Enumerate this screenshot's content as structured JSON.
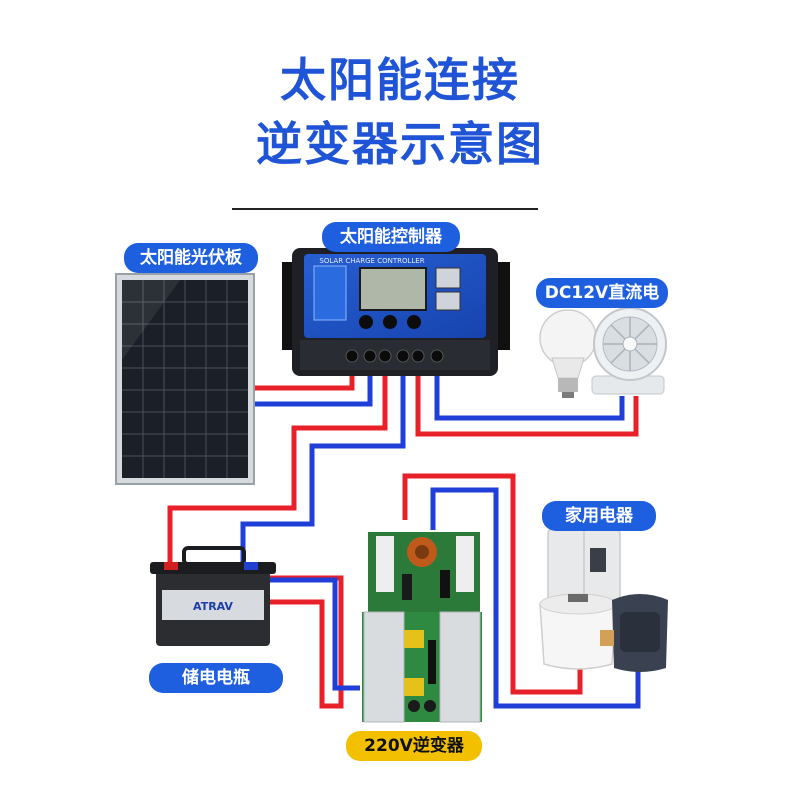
{
  "title": {
    "line1": "太阳能连接",
    "line2": "逆变器示意图"
  },
  "labels": {
    "panel": "太阳能光伏板",
    "controller": "太阳能控制器",
    "dc": "DC12V直流电",
    "appliances": "家用电器",
    "battery": "储电电瓶",
    "inverter": "220V逆变器"
  },
  "device_text": {
    "controller_brand": "SOLAR CHARGE CONTROLLER",
    "battery_brand": "ATRAV"
  },
  "colors": {
    "title": "#1f54d6",
    "label_blue": "#1e5fe0",
    "label_yellow": "#f3c000",
    "wire_red": "#e8202a",
    "wire_blue": "#1f3fd8"
  }
}
